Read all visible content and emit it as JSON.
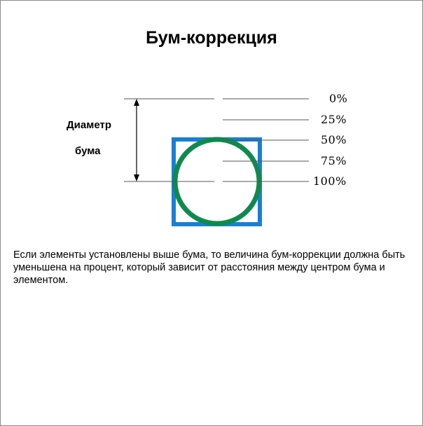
{
  "title": "Бум-коррекция",
  "diameter_label_line1": "Диаметр",
  "diameter_label_line2": "бума",
  "percent_levels": [
    "0%",
    "25%",
    "50%",
    "75%",
    "100%"
  ],
  "description": "Если элементы  установлены выше бума, то величина бум-коррекции должна быть уменьшена на  процент, который  зависит от расстояния между центром бума и элементом.",
  "colors": {
    "boom_square": "#1a7fd4",
    "boom_circle": "#0f8a4e",
    "lines": "#555555",
    "border": "#8a8a8a"
  }
}
